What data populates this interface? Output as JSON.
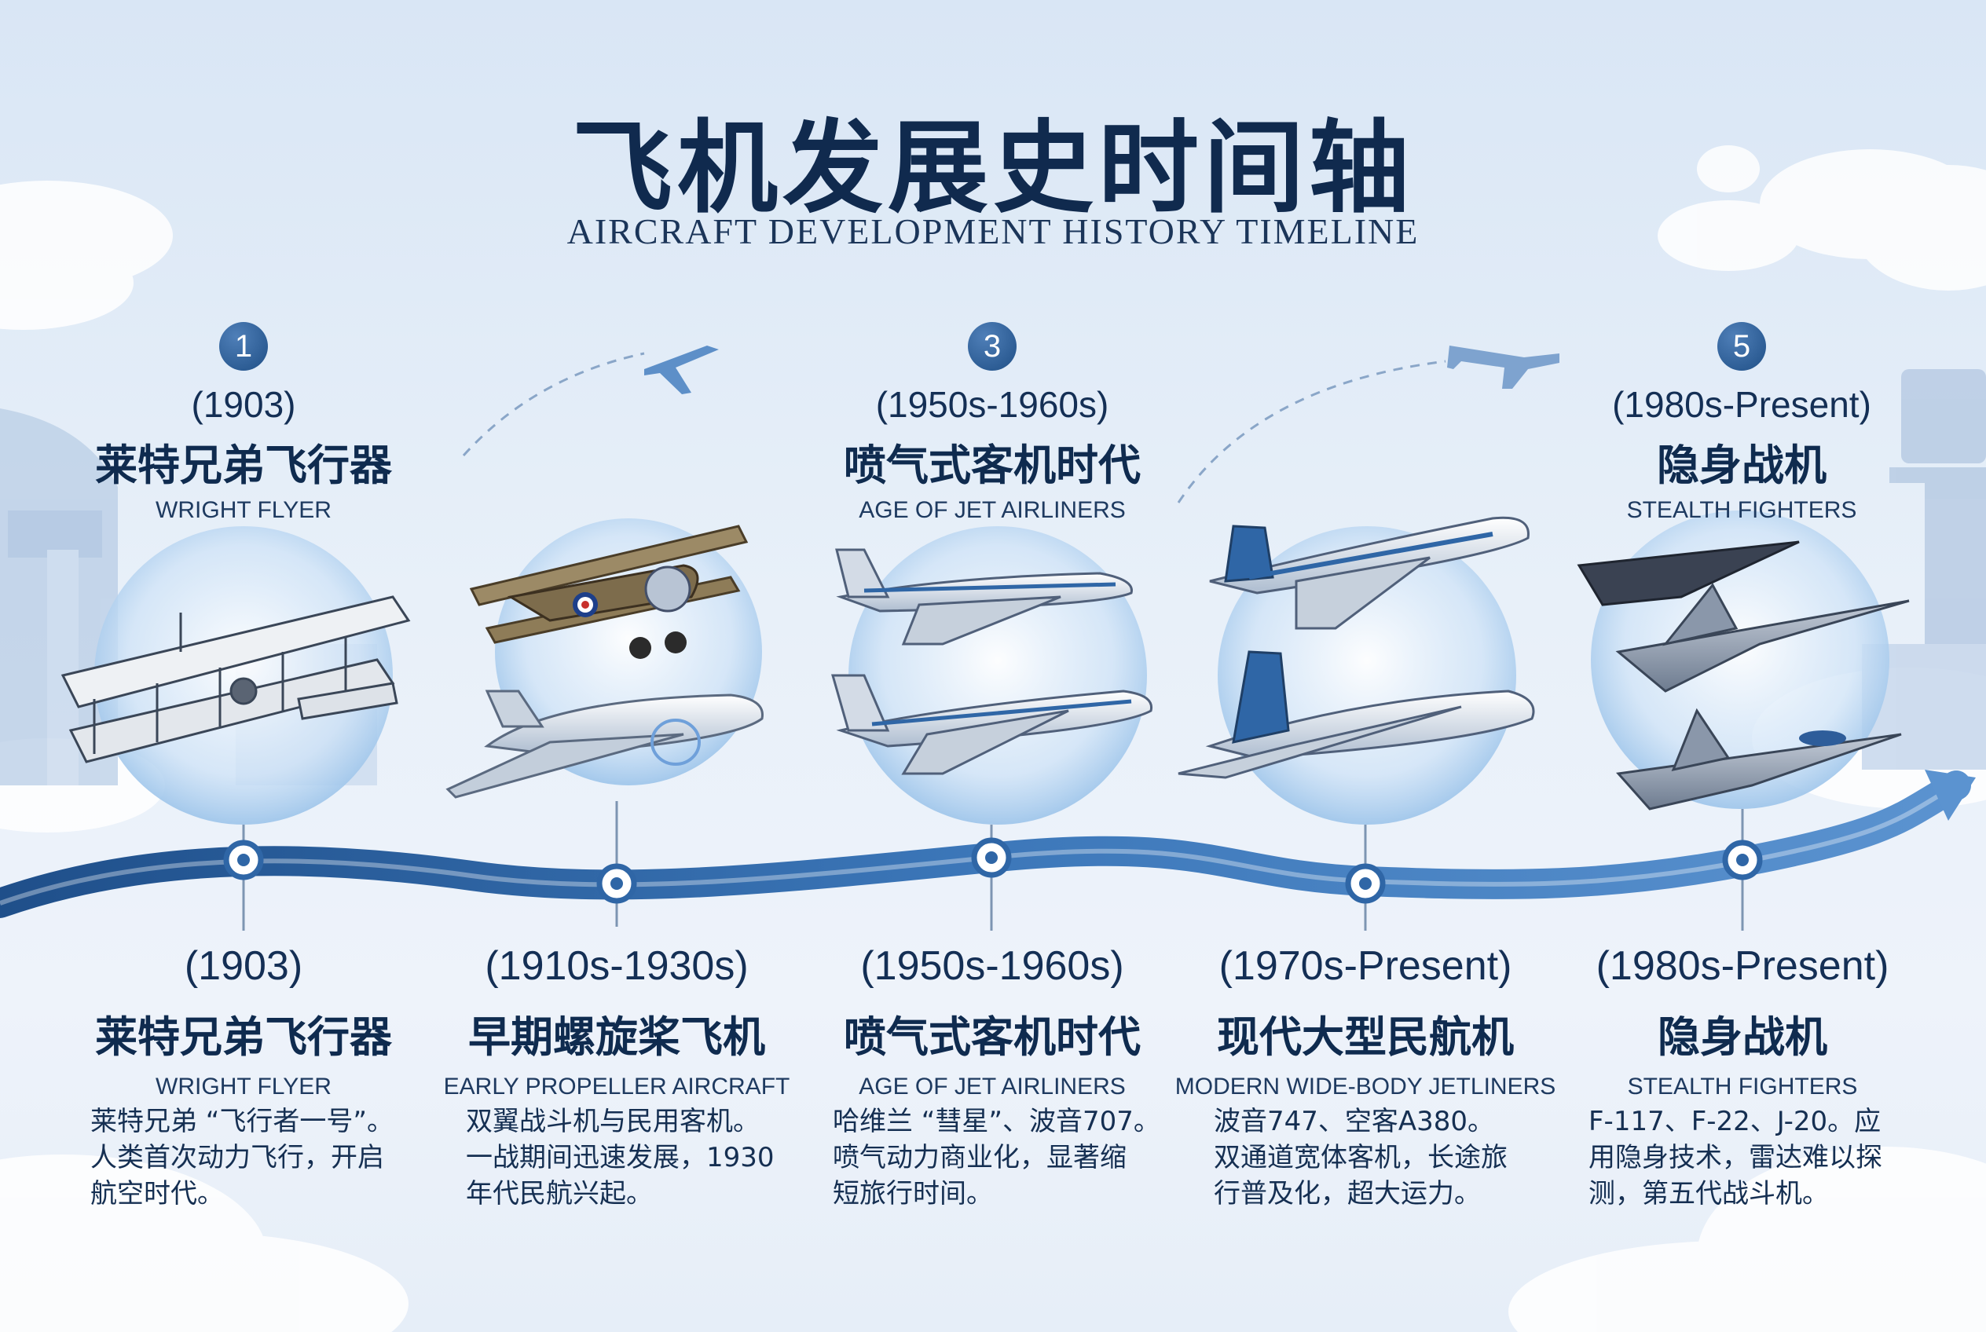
{
  "header": {
    "title": "飞机发展史时间轴",
    "subtitle": "AIRCRAFT DEVELOPMENT HISTORY TIMELINE"
  },
  "top_labels": [
    {
      "badge": "1",
      "period": "(1903)",
      "name_cn": "莱特兄弟飞行器",
      "name_en": "WRIGHT FLYER"
    },
    {
      "badge": "3",
      "period": "(1950s-1960s)",
      "name_cn": "喷气式客机时代",
      "name_en": "AGE OF JET AIRLINERS"
    },
    {
      "badge": "5",
      "period": "(1980s-Present)",
      "name_cn": "隐身战机",
      "name_en": "STEALTH FIGHTERS"
    }
  ],
  "milestones": [
    {
      "period": "(1903)",
      "name_cn": "莱特兄弟飞行器",
      "name_en": "WRIGHT FLYER",
      "desc": [
        "莱特兄弟 “飞行者一号”。",
        "人类首次动力飞行，开启",
        "航空时代。"
      ]
    },
    {
      "period": "(1910s-1930s)",
      "name_cn": "早期螺旋桨飞机",
      "name_en": "EARLY PROPELLER AIRCRAFT",
      "desc": [
        "双翼战斗机与民用客机。",
        "一战期间迅速发展，1930",
        "年代民航兴起。"
      ]
    },
    {
      "period": "(1950s-1960s)",
      "name_cn": "喷气式客机时代",
      "name_en": "AGE OF JET AIRLINERS",
      "desc": [
        "哈维兰 “彗星”、波音707。",
        "喷气动力商业化，显著缩",
        "短旅行时间。"
      ]
    },
    {
      "period": "(1970s-Present)",
      "name_cn": "现代大型民航机",
      "name_en": "MODERN WIDE-BODY JETLINERS",
      "desc": [
        "波音747、空客A380。",
        "双通道宽体客机，长途旅",
        "行普及化，超大运力。"
      ]
    },
    {
      "period": "(1980s-Present)",
      "name_cn": "隐身战机",
      "name_en": "STEALTH FIGHTERS",
      "desc": [
        "F-117、F-22、J-20。应",
        "用隐身技术，雷达难以探",
        "测，第五代战斗机。"
      ]
    }
  ],
  "colors": {
    "accent": "#2f66a6",
    "dark": "#0f2b4f",
    "bubble": "#bcd8f4"
  },
  "icons": [
    "wright-flyer-icon",
    "biplane-icon",
    "propeller-airliner-icon",
    "jet-airliner-icon",
    "jumbo-jet-icon",
    "stealth-fighter-icon",
    "plane-silhouette-icon",
    "control-tower-icon"
  ]
}
